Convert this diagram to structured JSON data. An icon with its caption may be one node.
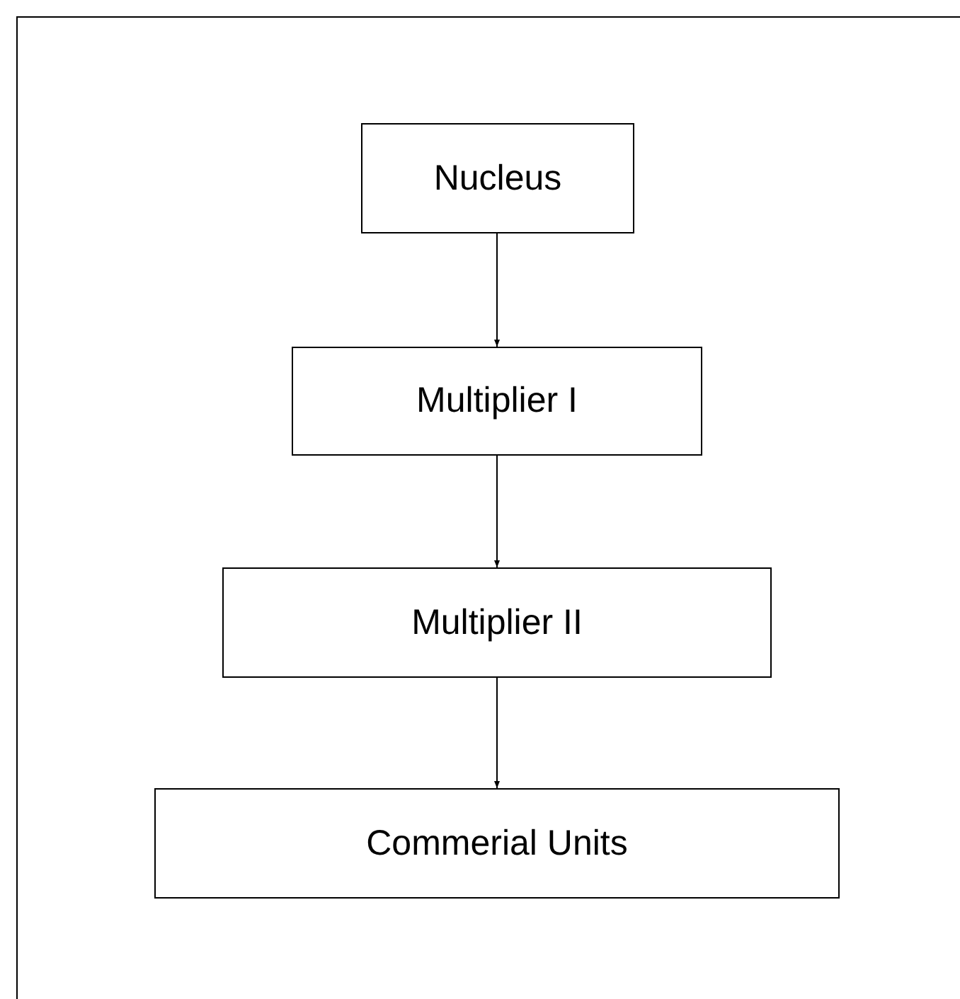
{
  "diagram": {
    "nodes": [
      {
        "text": [
          "Nucleus"
        ]
      },
      {
        "text": [
          "Multiplier I"
        ]
      },
      {
        "text": [
          "Multiplier II"
        ]
      },
      {
        "text": [
          "Commerial Units"
        ]
      }
    ],
    "edges": [
      {
        "from": 0,
        "to": 1,
        "arrow": "to"
      },
      {
        "from": 1,
        "to": 2,
        "arrow": "to"
      },
      {
        "from": 2,
        "to": 3,
        "arrow": "to"
      }
    ]
  }
}
